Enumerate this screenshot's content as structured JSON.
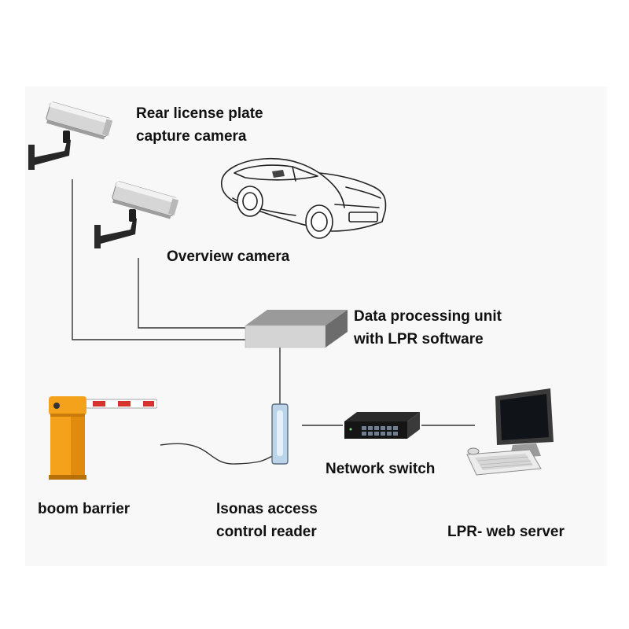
{
  "labels": {
    "rear_camera": [
      "Rear license plate",
      "capture camera"
    ],
    "overview_camera": "Overview camera",
    "processing_unit": [
      "Data processing unit",
      "with LPR software"
    ],
    "boom_barrier": "boom barrier",
    "access_reader": [
      "Isonas access",
      "control reader"
    ],
    "network_switch": "Network switch",
    "web_server": "LPR- web server"
  },
  "icons": {
    "rear_camera": "cctv-camera-icon",
    "overview_camera": "cctv-camera-icon",
    "car": "car-icon",
    "processing_unit": "server-box-icon",
    "boom_barrier": "boom-barrier-icon",
    "access_reader": "card-reader-icon",
    "network_switch": "network-switch-icon",
    "web_server": "desktop-computer-icon"
  },
  "connections": [
    {
      "from": "rear-capture-camera",
      "to": "data-processing-unit"
    },
    {
      "from": "overview-camera",
      "to": "data-processing-unit"
    },
    {
      "from": "data-processing-unit",
      "to": "access-control-reader"
    },
    {
      "from": "boom-barrier",
      "to": "access-control-reader"
    },
    {
      "from": "access-control-reader",
      "to": "network-switch"
    },
    {
      "from": "network-switch",
      "to": "lpr-web-server"
    }
  ],
  "colors": {
    "barrier_body": "#f4a21c",
    "barrier_arm_stripe": "#d8322e",
    "reader": "#bcd4ea",
    "wire": "#333333"
  }
}
